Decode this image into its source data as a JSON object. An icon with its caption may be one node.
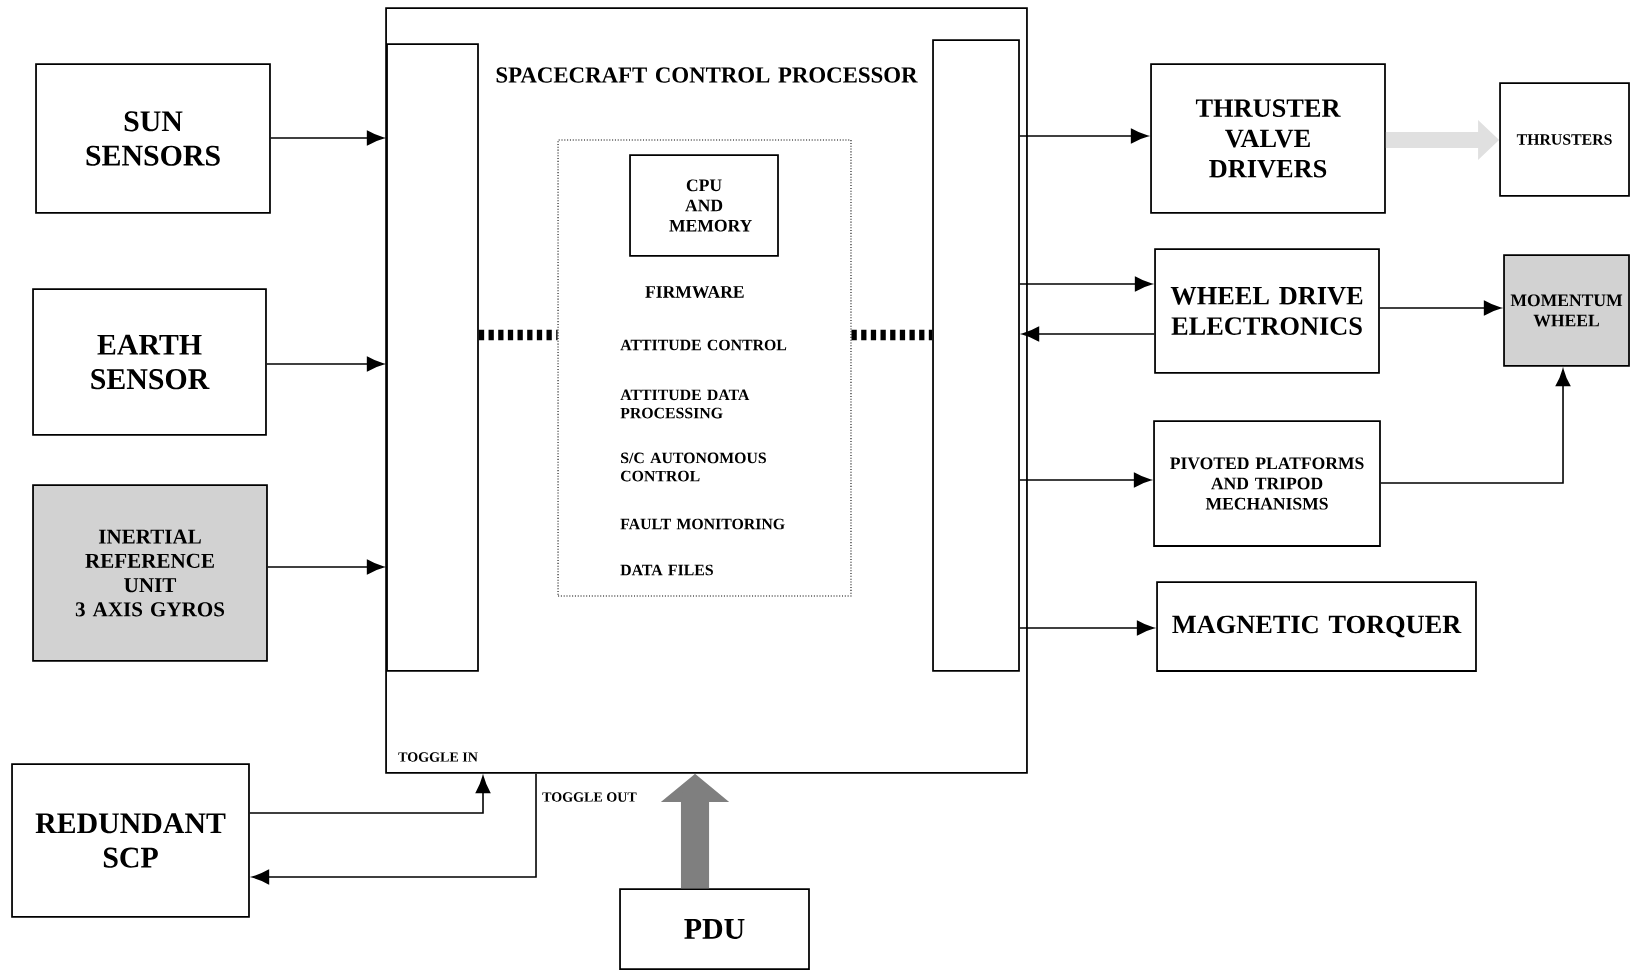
{
  "diagram": {
    "nodes": [
      {
        "text": [
          "SPACECRAFT CONTROL PROCESSOR"
        ]
      },
      {
        "text": [],
        "shape": "bar",
        "in": 0
      },
      {
        "text": [],
        "shape": "bar",
        "in": 0
      },
      {
        "text": [
          "FIRMWARE",
          "ATTITUDE CONTROL",
          "ATTITUDE DATA PROCESSING",
          "S/C AUTONOMOUS CONTROL",
          "FAULT MONITORING",
          "DATA FILES"
        ],
        "in": 0
      },
      {
        "text": [
          "CPU AND MEMORY"
        ],
        "in": 3
      },
      {
        "text": [
          "SUN SENSORS"
        ]
      },
      {
        "text": [
          "EARTH SENSOR"
        ]
      },
      {
        "text": [
          "INERTIAL REFERENCE UNIT",
          "3 AXIS GYROS"
        ]
      },
      {
        "text": [
          "REDUNDANT SCP"
        ]
      },
      {
        "text": [
          "PDU"
        ]
      },
      {
        "text": [
          "THRUSTER VALVE DRIVERS"
        ]
      },
      {
        "text": [
          "THRUSTERS"
        ]
      },
      {
        "text": [
          "WHEEL DRIVE ELECTRONICS"
        ]
      },
      {
        "text": [
          "MOMENTUM WHEEL"
        ]
      },
      {
        "text": [
          "PIVOTED PLATFORMS AND TRIPOD MECHANISMS"
        ]
      },
      {
        "text": [
          "MAGNETIC TORQUER"
        ]
      }
    ],
    "edges": [
      {
        "from": 5,
        "to": 1,
        "arrow": "to"
      },
      {
        "from": 6,
        "to": 1,
        "arrow": "to"
      },
      {
        "from": 7,
        "to": 1,
        "arrow": "to"
      },
      {
        "from": 8,
        "to": 0,
        "arrow": "to",
        "label": "TOGGLE IN"
      },
      {
        "from": 0,
        "to": 8,
        "arrow": "to",
        "label": "TOGGLE OUT"
      },
      {
        "from": 9,
        "to": 0,
        "arrow": "to",
        "style": "thick",
        "color": "#7f7f7f"
      },
      {
        "from": 2,
        "to": 10,
        "arrow": "to"
      },
      {
        "from": 10,
        "to": 11,
        "arrow": "to",
        "style": "thick",
        "color": "#e0e0e0"
      },
      {
        "from": 2,
        "to": 12,
        "arrow": "to"
      },
      {
        "from": 12,
        "to": 2,
        "arrow": "to"
      },
      {
        "from": 12,
        "to": 13,
        "arrow": "to"
      },
      {
        "from": 14,
        "to": 13,
        "arrow": "to"
      },
      {
        "from": 2,
        "to": 14,
        "arrow": "to"
      },
      {
        "from": 2,
        "to": 15,
        "arrow": "to"
      },
      {
        "from": 1,
        "to": 3,
        "arrow": "none",
        "style": "dashed"
      },
      {
        "from": 3,
        "to": 2,
        "arrow": "none",
        "style": "dashed"
      }
    ]
  }
}
